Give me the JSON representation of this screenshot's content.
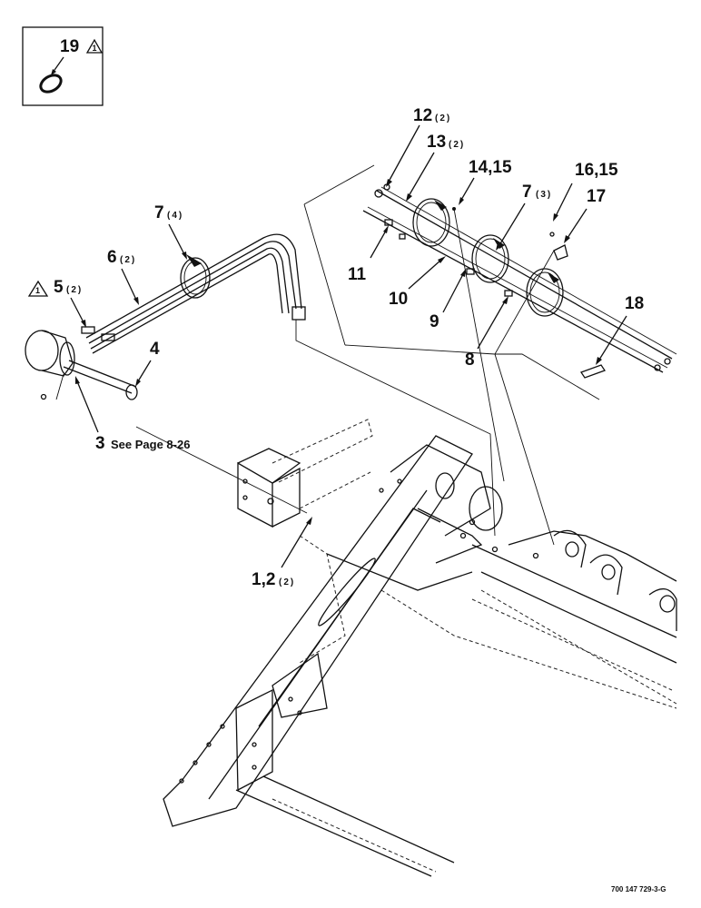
{
  "callouts": {
    "c19": {
      "num": "19"
    },
    "c12": {
      "num": "12",
      "qty": "(2)"
    },
    "c13": {
      "num": "13",
      "qty": "(2)"
    },
    "c1415": {
      "num": "14,15"
    },
    "c1615": {
      "num": "16,15"
    },
    "c17": {
      "num": "17"
    },
    "c7a": {
      "num": "7",
      "qty": "(3)"
    },
    "c7b": {
      "num": "7",
      "qty": "(4)"
    },
    "c6": {
      "num": "6",
      "qty": "(2)"
    },
    "c5": {
      "num": "5",
      "qty": "(2)"
    },
    "c4": {
      "num": "4"
    },
    "c3": {
      "num": "3",
      "note": "See Page 8-26"
    },
    "c11": {
      "num": "11"
    },
    "c10": {
      "num": "10"
    },
    "c9": {
      "num": "9"
    },
    "c8": {
      "num": "8"
    },
    "c18": {
      "num": "18"
    },
    "c12b": {
      "num": "1,2",
      "qty": "(2)"
    }
  },
  "revision_mark": "1",
  "figure_code": "700 147 729-3-G"
}
